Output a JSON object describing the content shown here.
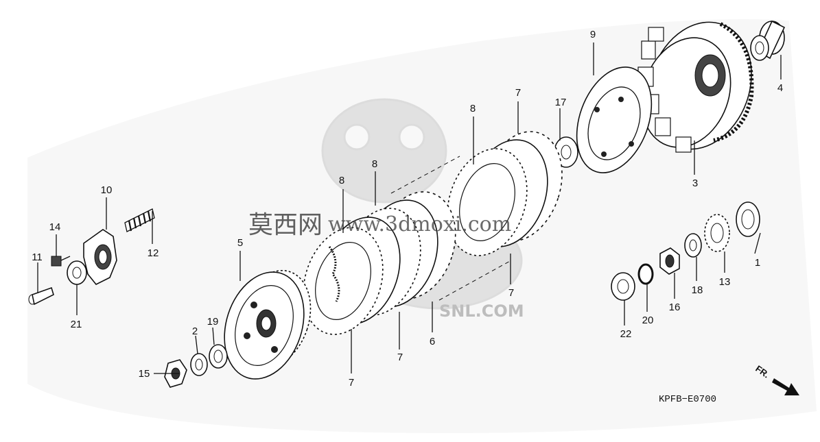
{
  "diagram": {
    "code": "KPFB−E0700",
    "direction_label": "FR.",
    "watermark_cn": "莫西网",
    "watermark_url": "www.3dmoxi.com",
    "watermark_com": "SNL.COM",
    "parts": [
      {
        "id": "p1",
        "label": "1"
      },
      {
        "id": "p2",
        "label": "2"
      },
      {
        "id": "p3",
        "label": "3"
      },
      {
        "id": "p4",
        "label": "4"
      },
      {
        "id": "p5",
        "label": "5"
      },
      {
        "id": "p6",
        "label": "6"
      },
      {
        "id": "p7a",
        "label": "7"
      },
      {
        "id": "p7b",
        "label": "7"
      },
      {
        "id": "p7c",
        "label": "7"
      },
      {
        "id": "p7d",
        "label": "7"
      },
      {
        "id": "p8a",
        "label": "8"
      },
      {
        "id": "p8b",
        "label": "8"
      },
      {
        "id": "p8c",
        "label": "8"
      },
      {
        "id": "p9",
        "label": "9"
      },
      {
        "id": "p10",
        "label": "10"
      },
      {
        "id": "p11",
        "label": "11"
      },
      {
        "id": "p12",
        "label": "12"
      },
      {
        "id": "p13",
        "label": "13"
      },
      {
        "id": "p14",
        "label": "14"
      },
      {
        "id": "p15",
        "label": "15"
      },
      {
        "id": "p16",
        "label": "16"
      },
      {
        "id": "p17",
        "label": "17"
      },
      {
        "id": "p18",
        "label": "18"
      },
      {
        "id": "p19",
        "label": "19"
      },
      {
        "id": "p20",
        "label": "20"
      },
      {
        "id": "p21",
        "label": "21"
      },
      {
        "id": "p22",
        "label": "22"
      }
    ]
  }
}
